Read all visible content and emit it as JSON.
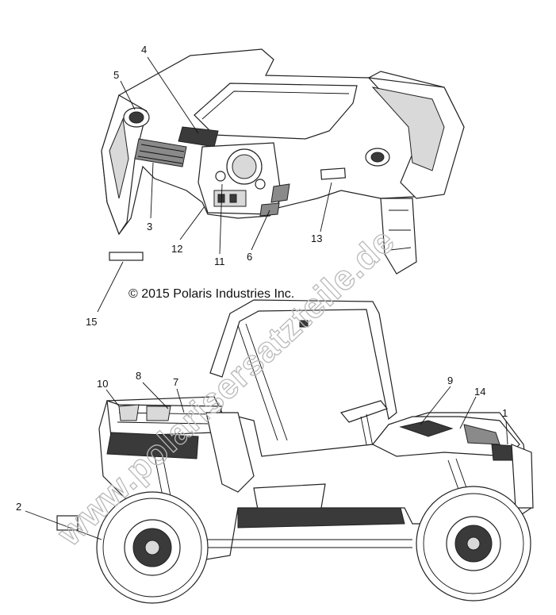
{
  "copyright": "© 2015 Polaris Industries Inc.",
  "watermark": "www.polarisersatzteile.de",
  "callouts": [
    "1",
    "2",
    "3",
    "4",
    "5",
    "6",
    "7",
    "8",
    "9",
    "10",
    "11",
    "12",
    "13",
    "14",
    "15"
  ]
}
